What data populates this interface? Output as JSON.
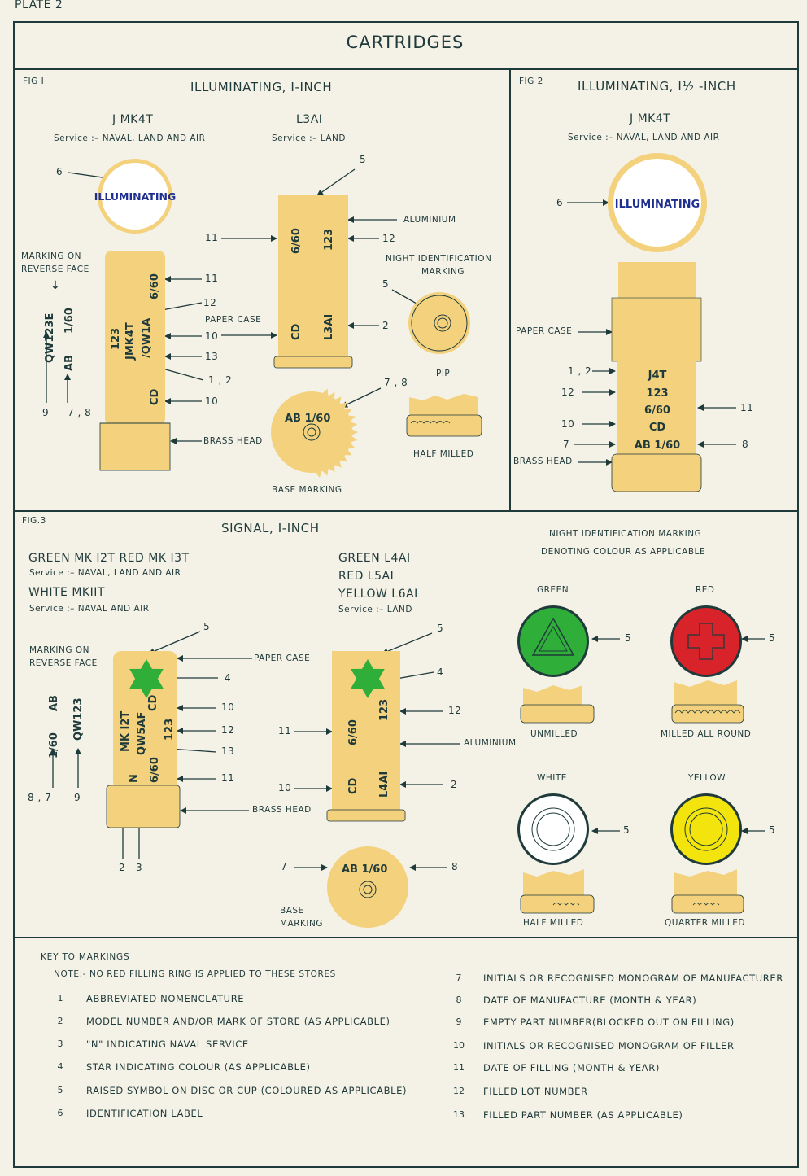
{
  "plate": "PLATE 2",
  "title": "CARTRIDGES",
  "fig1": {
    "tag": "FIG I",
    "heading": "ILLUMINATING, I-INCH",
    "left_model": "J MK4T",
    "left_service": "Service :–  NAVAL, LAND AND AIR",
    "right_model": "L3AI",
    "right_service": "Service :–  LAND",
    "label_illum": "ILLUMINATING",
    "marking_reverse": [
      "MARKING ON",
      "REVERSE FACE"
    ],
    "rev_text": [
      "QW123E",
      "1/60",
      "AB"
    ],
    "case_text": [
      "6/60",
      "123",
      "JMK4T",
      "/QW1A",
      "CD"
    ],
    "l3_text": [
      "6/60",
      "123",
      "CD",
      "L3AI"
    ],
    "labels": {
      "paper_case": "PAPER CASE",
      "brass_head": "BRASS HEAD",
      "aluminium": "ALUMINIUM",
      "night_id": [
        "NIGHT IDENTIFICATION",
        "MARKING"
      ],
      "pip": "PIP",
      "half_milled": "HALF MILLED",
      "base_marking": "BASE MARKING",
      "base_text": "AB  1/60"
    },
    "callouts": {
      "n6": "6",
      "n11a": "11",
      "n12": "12",
      "n10a": "10",
      "n13": "13",
      "n12b": "1 , 2",
      "n10b": "10",
      "n9": "9",
      "n78": "7 , 8",
      "n5a": "5",
      "n11b": "11",
      "n12c": "12",
      "n5b": "5",
      "n2": "2",
      "n78b": "7 , 8"
    }
  },
  "fig2": {
    "tag": "FIG 2",
    "heading": "ILLUMINATING, I½ -INCH",
    "model": "J MK4T",
    "service": "Service :–  NAVAL, LAND AND AIR",
    "label_illum": "ILLUMINATING",
    "case_text": [
      "J4T",
      "123",
      "6/60",
      "CD",
      "AB  1/60"
    ],
    "labels": {
      "paper_case": "PAPER CASE",
      "brass_head": "BRASS HEAD"
    },
    "callouts": {
      "n6": "6",
      "n12": "1 , 2",
      "n12b": "12",
      "n10": "10",
      "n7": "7",
      "n11": "11",
      "n8": "8"
    }
  },
  "fig3": {
    "tag": "FIG.3",
    "heading": "SIGNAL, I-INCH",
    "left_models": "GREEN MK I2T      RED MK I3T",
    "left_service": "Service :–  NAVAL, LAND AND AIR",
    "left_models2": "WHITE MKIIT",
    "left_service2": "Service :–  NAVAL AND AIR",
    "right_models": [
      "GREEN L4AI",
      "RED L5AI",
      "YELLOW L6AI"
    ],
    "right_service": "Service :–  LAND",
    "marking_reverse": [
      "MARKING ON",
      "REVERSE FACE"
    ],
    "rev_text": [
      "AB",
      "1/60",
      "QW123"
    ],
    "case_text": [
      "MK I2T",
      "QW5AF",
      "N",
      "6/60",
      "123",
      "CD"
    ],
    "l4_text": [
      "6/60",
      "123",
      "CD",
      "L4AI"
    ],
    "labels": {
      "paper_case": "PAPER CASE",
      "brass_head": "BRASS HEAD",
      "aluminium": "ALUMINIUM",
      "base_marking": [
        "BASE",
        "MARKING"
      ],
      "base_text": "AB   1/60"
    },
    "callouts": {
      "n5a": "5",
      "n4a": "4",
      "n10a": "10",
      "n12a": "12",
      "n13": "13",
      "n11a": "11",
      "n87": "8 , 7",
      "n9": "9",
      "n2": "2",
      "n3": "3",
      "n5b": "5",
      "n4b": "4",
      "n12b": "12",
      "n11b": "11",
      "n10b": "10",
      "n2b": "2",
      "n7": "7",
      "n8": "8"
    }
  },
  "night_panel": {
    "heading": [
      "NIGHT IDENTIFICATION MARKING",
      "DENOTING COLOUR AS APPLICABLE"
    ],
    "items": [
      {
        "colour": "GREEN",
        "finish": "UNMILLED",
        "fill": "#2fae3a"
      },
      {
        "colour": "RED",
        "finish": "MILLED ALL ROUND",
        "fill": "#d8232a"
      },
      {
        "colour": "WHITE",
        "finish": "HALF MILLED",
        "fill": "#ffffff"
      },
      {
        "colour": "YELLOW",
        "finish": "QUARTER MILLED",
        "fill": "#f2e40c"
      }
    ],
    "callout": "5"
  },
  "key": {
    "heading": "KEY TO MARKINGS",
    "note": "NOTE:-  NO RED FILLING RING IS APPLIED TO THESE STORES",
    "left": [
      {
        "n": "1",
        "t": "ABBREVIATED NOMENCLATURE"
      },
      {
        "n": "2",
        "t": "MODEL NUMBER AND/OR MARK OF STORE (AS APPLICABLE)"
      },
      {
        "n": "3",
        "t": "\"N\" INDICATING NAVAL SERVICE"
      },
      {
        "n": "4",
        "t": "STAR INDICATING COLOUR (AS APPLICABLE)"
      },
      {
        "n": "5",
        "t": "RAISED SYMBOL ON DISC OR CUP (COLOURED AS APPLICABLE)"
      },
      {
        "n": "6",
        "t": "IDENTIFICATION LABEL"
      }
    ],
    "right": [
      {
        "n": "7",
        "t": "INITIALS OR RECOGNISED MONOGRAM OF MANUFACTURER"
      },
      {
        "n": "8",
        "t": "DATE OF MANUFACTURE (MONTH & YEAR)"
      },
      {
        "n": "9",
        "t": "EMPTY PART NUMBER(BLOCKED OUT ON FILLING)"
      },
      {
        "n": "10",
        "t": "INITIALS OR RECOGNISED MONOGRAM OF FILLER"
      },
      {
        "n": "11",
        "t": "DATE OF FILLING (MONTH & YEAR)"
      },
      {
        "n": "12",
        "t": "FILLED LOT NUMBER"
      },
      {
        "n": "13",
        "t": "FILLED PART NUMBER (AS APPLICABLE)"
      }
    ]
  },
  "colors": {
    "ink": "#1f3a3a",
    "brass": "#f3d17d",
    "paper": "#f4f1e6",
    "green": "#2fae3a",
    "red": "#d8232a",
    "yellow": "#f2e40c"
  }
}
